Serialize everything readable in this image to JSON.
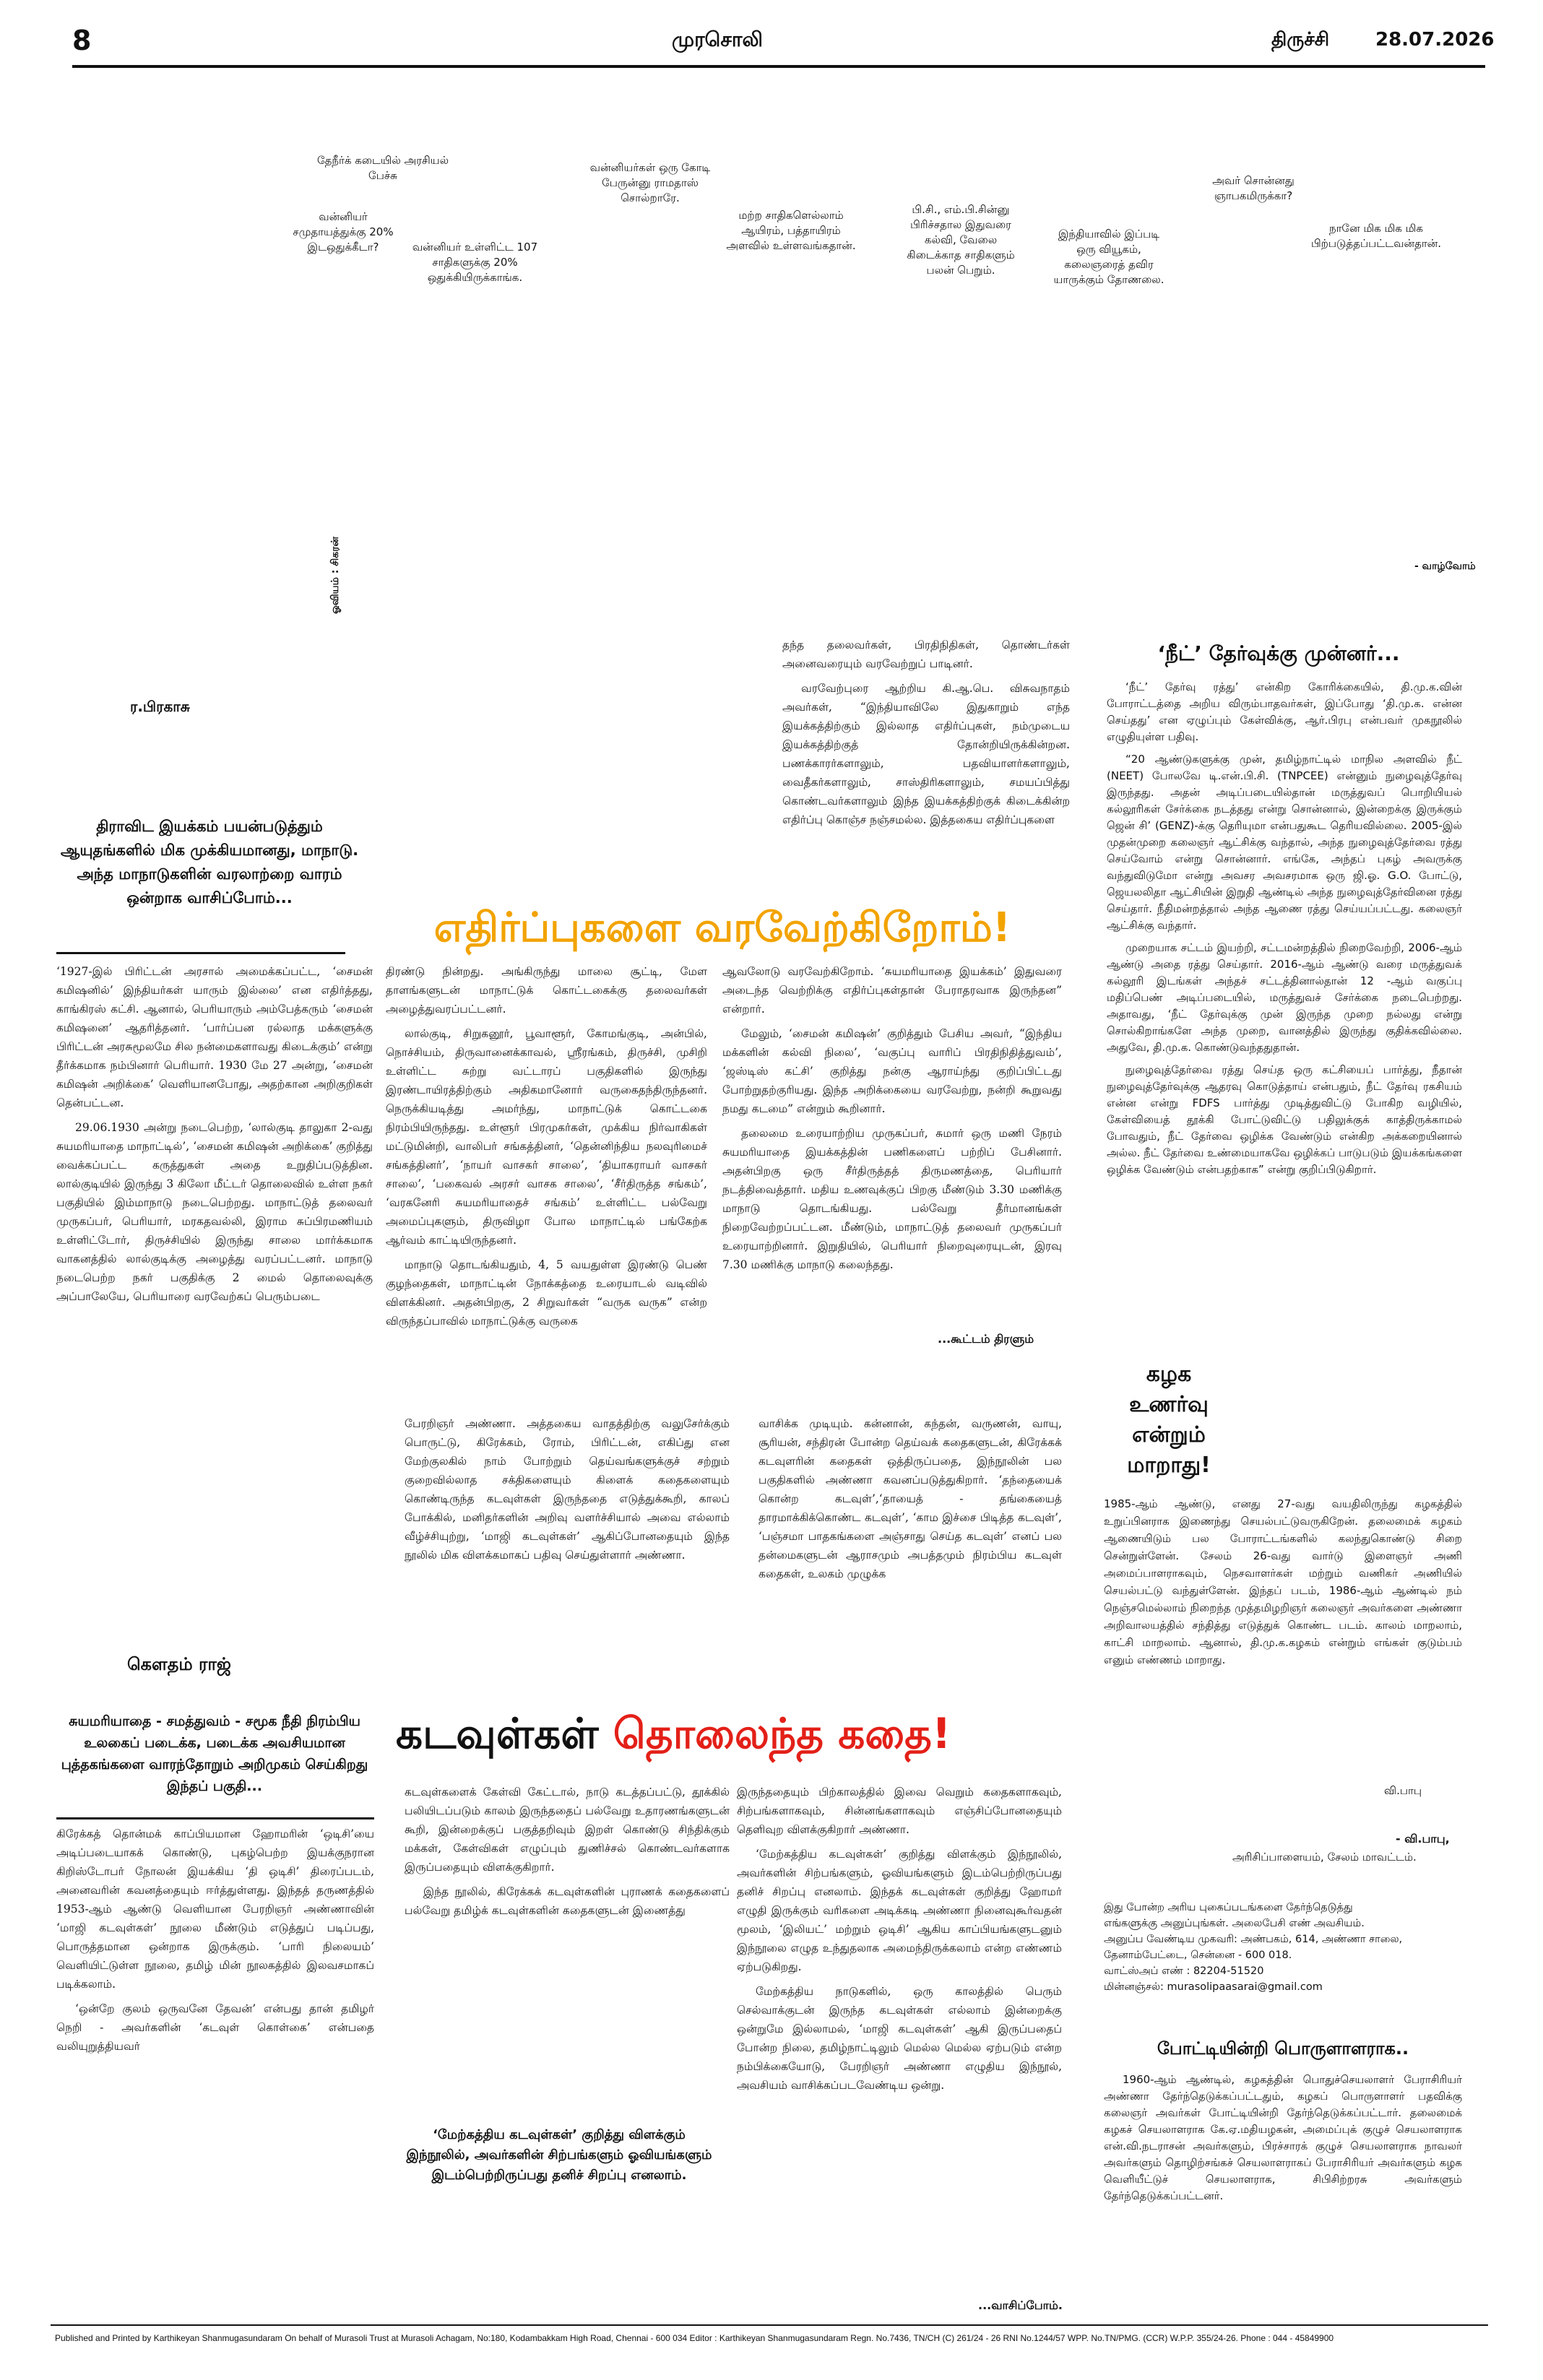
{
  "masthead": {
    "page_number": "8",
    "paper_name": "முரசொலி",
    "city": "திருச்சி",
    "date": "28.07.2026"
  },
  "cartoon": {
    "bubbles": [
      "தேநீர்க் கடையில் அரசியல் பேச்சு",
      "வன்னியர் சமுதாயத்துக்கு 20% இடஒதுக்கீடா?",
      "வன்னியர் உள்ளிட்ட 107 சாதிகளுக்கு 20% ஒதுக்கியிருக்காங்க.",
      "வன்னியர்கள் ஒரு கோடி பேருன்னு ராமதாஸ் சொல்றாரே.",
      "மற்ற சாதிகளெல்லாம் ஆயிரம், பத்தாயிரம் அளவில் உள்ளவங்கதான்.",
      "பி.சி., எம்.பி.சின்னு பிரிச்சதால இதுவரை கல்வி, வேலை கிடைக்காத சாதிகளும் பலன் பெறும்.",
      "இந்தியாவில் இப்படி ஒரு வியூகம், கலைஞரைத் தவிர யாருக்கும் தோணலை.",
      "அவர் சொன்னது ஞாபகமிருக்கா?",
      "நானே மிக மிக மிக பிற்படுத்தப்பட்டவன்தான்."
    ],
    "credit": "- வாழ்வோம்"
  },
  "left_article": {
    "byline": "ர.பிரகாசு",
    "illustration_credit": "ஓவியம் : சிகரன்",
    "intro": "திராவிட இயக்கம் பயன்படுத்தும் ஆயுதங்களில் மிக முக்கியமானது, மாநாடு. அந்த மாநாடுகளின் வரலாற்றை வாரம் ஒன்றாக வாசிப்போம்...",
    "title": "எதிர்ப்புகளை வரவேற்கிறோம்!",
    "col1": [
      "‘1927-இல் பிரிட்டன் அரசால் அமைக்கப்பட்ட, ‘சைமன் கமிஷனில்’ இந்தியர்கள் யாரும் இல்லை’ என எதிர்த்தது, காங்கிரஸ் கட்சி. ஆனால், பெரியாரும் அம்பேத்கரும் ‘சைமன் கமிஷனை’ ஆதரித்தனர். ‘பார்ப்பன ரல்லாத மக்களுக்கு பிரிட்டன் அரசுமூலமே சில நன்மைகளாவது கிடைக்கும்’ என்று தீர்க்கமாக நம்பினார் பெரியார். 1930 மே 27 அன்று, ‘சைமன் கமிஷன் அறிக்கை’ வெளியானபோது, அதற்கான அறிகுறிகள் தென்பட்டன.",
      "29.06.1930 அன்று நடைபெற்ற, ‘லால்குடி தாலுகா 2-வது சுயமரியாதை மாநாட்டில்’, ‘சைமன் கமிஷன் அறிக்கை’ குறித்து வைக்கப்பட்ட கருத்துகள் அதை உறுதிப்படுத்தின. லால்குடியில் இருந்து 3 கிலோ மீட்டர் தொலைவில் உள்ள நகர் பகுதியில் இம்மாநாடு நடைபெற்றது. மாநாட்டுத் தலைவர் முருகப்பர், பெரியார், மரகதவல்லி, இராம சுப்பிரமணியம் உள்ளிட்டோர், திருச்சியில் இருந்து சாலை மார்க்கமாக வாகனத்தில் லால்குடிக்கு அழைத்து வரப்பட்டனர். மாநாடு நடைபெற்ற நகர் பகுதிக்கு 2 மைல் தொலைவுக்கு அப்பாலேயே, பெரியாரை வரவேற்கப் பெரும்படை"
    ],
    "col2": [
      "திரண்டு நின்றது. அங்கிருந்து மாலை சூட்டி, மேள தாளங்களுடன் மாநாட்டுக் கொட்டகைக்கு தலைவர்கள் அழைத்துவரப்பட்டனர்.",
      "லால்குடி, சிறுகனூர், பூவாளூர், கோமங்குடி, அன்பில், நொச்சியம், திருவானைக்காவல், ஸ்ரீரங்கம், திருச்சி, முசிறி உள்ளிட்ட சுற்று வட்டாரப் பகுதிகளில் இருந்து இரண்டாயிரத்திற்கும் அதிகமானோர் வருகைதந்திருந்தனர். நெருக்கியடித்து அமர்ந்து, மாநாட்டுக் கொட்டகை நிரம்பியிருந்தது. உள்ளூர் பிரமுகர்கள், முக்கிய நிர்வாகிகள் மட்டுமின்றி, வாலிபர் சங்கத்தினர், ‘தென்னிந்திய நலவுரிமைச் சங்கத்தினர்’, ‘நாயர் வாசகர் சாலை’, ‘தியாகராயர் வாசகர் சாலை’, ‘பகைவல் அரசர் வாசக சாலை’, ‘சீர்திருத்த சங்கம்’, ‘வரகனேரி சுயமரியாதைச் சங்கம்’ உள்ளிட்ட பல்வேறு அமைப்புகளும், திருவிழா போல மாநாட்டில் பங்கேற்க ஆர்வம் காட்டியிருந்தனர்.",
      "மாநாடு தொடங்கியதும், 4, 5 வயதுள்ள இரண்டு பெண் குழந்தைகள், மாநாட்டின் நோக்கத்தை உரையாடல் வடிவில் விளக்கினர். அதன்பிறகு, 2 சிறுவர்கள் “வருக வருக” என்ற விருந்தப்பாவில் மாநாட்டுக்கு வருகை"
    ],
    "col3": [
      "தந்த தலைவர்கள், பிரதிநிதிகள், தொண்டர்கள் அனைவரையும் வரவேற்றுப் பாடினர்.",
      "வரவேற்புரை ஆற்றிய கி.ஆ.பெ. விசுவநாதம் அவர்கள், “இந்தியாவிலே இதுகாறும் எந்த இயக்கத்திற்கும் இல்லாத எதிர்ப்புகள், நம்முடைய இயக்கத்திற்குத் தோன்றியிருக்கின்றன. பணக்காரர்களாலும், பதவியாளர்களாலும், வைதீகர்களாலும், சாஸ்திரிகளாலும், சமயப்பித்து கொண்டவர்களாலும் இந்த இயக்கத்திற்குக் கிடைக்கின்ற எதிர்ப்பு கொஞ்ச நஞ்சமல்ல. இத்தகைய எதிர்ப்புகளை"
    ],
    "col4": [
      "ஆவலோடு வரவேற்கிறோம். ‘சுயமரியாதை இயக்கம்’ இதுவரை அடைந்த வெற்றிக்கு எதிர்ப்புகள்தான் பேராதரவாக இருந்தன” என்றார்.",
      "மேலும், ‘சைமன் கமிஷன்’ குறித்தும் பேசிய அவர், “இந்திய மக்களின் கல்வி நிலை’, ‘வகுப்பு வாரிப் பிரதிநிதித்துவம்’, ‘ஜஸ்டிஸ் கட்சி’ குறித்து நன்கு ஆராய்ந்து குறிப்பிட்டது போற்றுதற்குரியது. இந்த அறிக்கையை வரவேற்று, நன்றி கூறுவது நமது கடமை” என்றும் கூறினார்.",
      "தலைமை உரையாற்றிய முருகப்பர், சுமார் ஒரு மணி நேரம் சுயமரியாதை இயக்கத்தின் பணிகளைப் பற்றிப் பேசினார். அதன்பிறகு ஒரு சீர்திருத்தத் திருமணத்தை, பெரியார் நடத்திவைத்தார். மதிய உணவுக்குப் பிறகு மீண்டும் 3.30 மணிக்கு மாநாடு தொடங்கியது. பல்வேறு தீர்மானங்கள் நிறைவேற்றப்பட்டன. மீண்டும், மாநாட்டுத் தலைவர் முருகப்பர் உரையாற்றினார். இறுதியில், பெரியார் நிறைவுரையுடன், இரவு 7.30 மணிக்கு மாநாடு கலைந்தது."
    ],
    "continued": "...கூட்டம் திரளும்"
  },
  "right_top": {
    "title": "‘நீட்’ தேர்வுக்கு முன்னர்...",
    "paragraphs": [
      "‘நீட்’ தேர்வு ரத்து’ என்கிற கோரிக்கையில், தி.மு.க.வின் போராட்டத்தை அறிய விரும்பாதவர்கள், இப்போது ‘தி.மு.க. என்ன செய்தது’ என ஏழுப்பும் கேள்விக்கு, ஆர்.பிரபு என்பவர் முகநூலில் எழுதியுள்ள பதிவு.",
      "“20 ஆண்டுகளுக்கு முன், தமிழ்நாட்டில் மாநில அளவில் நீட் (NEET) போலவே டி.என்.பி.சி. (TNPCEE) என்னும் நுழைவுத்தேர்வு இருந்தது. அதன் அடிப்படையில்தான் மருத்துவப் பொறியியல் கல்லூரிகள் சேர்க்கை நடத்தது என்று சொன்னால், இன்றைக்கு இருக்கும் ஜென் சி’ (GENZ)-க்கு தெரியுமா என்பதுகூட தெரியவில்லை. 2005-இல் முதன்முறை கலைஞர் ஆட்சிக்கு வந்தால், அந்த நுழைவுத்தேர்வை ரத்து செய்வோம் என்று சொன்னார். எங்கே, அந்தப் புகழ் அவருக்கு வந்துவிடுமோ என்று அவசர அவசரமாக ஒரு ஜி.ஓ. G.O. போட்டு, ஜெயலலிதா ஆட்சியின் இறுதி ஆண்டில் அந்த நுழைவுத்தேர்வினை ரத்து செய்தார். நீதிமன்றத்தால் அந்த ஆணை ரத்து செய்யப்பட்டது. கலைஞர் ஆட்சிக்கு வந்தார்.",
      "முறையாக சட்டம் இயற்றி, சட்டமன்றத்தில் நிறைவேற்றி, 2006-ஆம் ஆண்டு அதை ரத்து செய்தார். 2016-ஆம் ஆண்டு வரை மருத்துவக் கல்லூரி இடங்கள் அந்தச் சட்டத்தினால்தான் 12 -ஆம் வகுப்பு மதிப்பெண் அடிப்படையில், மருத்துவச் சேர்க்கை நடைபெற்றது. அதாவது, ‘நீட் தேர்வுக்கு முன் இருந்த முறை நல்லது என்று சொல்கிறாங்களே அந்த முறை, வானத்தில் இருந்து குதிக்கவில்லை. அதுவே, தி.மு.க. கொண்டுவந்ததுதான்.",
      "நுழைவுத்தேர்வை ரத்து செய்த ஒரு கட்சியைப் பார்த்து, நீதான் நுழைவுத்தேர்வுக்கு ஆதரவு கொடுத்தாய் என்பதும், நீட் தேர்வு ரகசியம் என்ன என்று FDFS பார்த்து முடித்துவிட்டு போகிற வழியில், கேள்வியைத் தூக்கி போட்டுவிட்டு பதிலுக்குக் காத்திருக்காமல் போவதும், நீட் தேர்வை ஒழிக்க வேண்டும் என்கிற அக்கறையினால் அல்ல. நீட் தேர்வை உண்மையாகவே ஒழிக்கப் பாடுபடும் இயக்கங்களை ஒழிக்க வேண்டும் என்பதற்காக” என்று குறிப்பிடுகிறார்."
    ]
  },
  "right_mid": {
    "title_lines": [
      "கழக",
      "உணர்வு",
      "என்றும்",
      "மாறாது!"
    ],
    "body": "1985-ஆம் ஆண்டு, எனது 27-வது வயதிலிருந்து கழகத்தில் உறுப்பினராக இணைந்து செயல்பட்டுவருகிறேன். தலைமைக் கழகம் ஆணையிடும் பல போராட்டங்களில் கலந்துகொண்டு சிறை சென்றுள்ளேன். சேலம் 26-வது வார்டு இளைஞர் அணி அமைப்பாளராகவும், நெசவாளர்கள் மற்றும் வணிகர் அணியில் செயல்பட்டு வந்துள்ளேன். இந்தப் படம், 1986-ஆம் ஆண்டில் நம் நெஞ்சமெல்லாம் நிறைந்த முத்தமிழறிஞர் கலைஞர் அவர்களை அண்ணா அறிவாலயத்தில் சந்தித்து எடுத்துக் கொண்ட படம். காலம் மாறலாம், காட்சி மாறலாம். ஆனால், தி.மு.க.கழகம் என்றும் எங்கள் குடும்பம் எனும் எண்ணம் மாறாது.",
    "photo_caption": "வி.பாபு",
    "signature": "- வி.பாபு,",
    "address": "அரிசிப்பாளையம், சேலம் மாவட்டம்."
  },
  "notice": {
    "lines": [
      "இது போன்ற அரிய புகைப்படங்களை தேர்ந்தெடுத்து",
      "எங்களுக்கு அனுப்புங்கள். அலைபேசி எண் அவசியம்.",
      "அனுப்ப வேண்டிய முகவரி: அண்பகம், 614, அண்ணா சாலை,",
      "தேனாம்பேட்டை, சென்னை - 600 018.",
      "வாட்ஸ்அப் எண் : 82204-51520",
      "மின்னஞ்சல்: murasolipaasarai@gmail.com"
    ]
  },
  "right_bottom": {
    "title": "போட்டியின்றி பொருளாளராக..",
    "body": "1960-ஆம் ஆண்டில், கழகத்தின் பொதுச்செயலாளர் பேராசிரியர் அண்ணா தேர்ந்தெடுக்கப்பட்டதும், கழகப் பொருளாளர் பதவிக்கு கலைஞர் அவர்கள் போட்டியின்றி தேர்ந்தெடுக்கப்பட்டார். தலைமைக் கழகச் செயலாளராக கே.ஏ.மதியழகன், அமைப்புக் குழுச் செயலாளராக என்.வி.நடராசன் அவர்களும், பிரச்சாரக் குழுச் செயலாளராக நாவலர் அவர்களும் தொழிற்சங்கச் செயலாளராகப் பேராசிரியர் அவர்களும் கழக வெளியீட்டுச் செயலாளராக, சிபிசிற்றரசு அவர்களும் தேர்ந்தெடுக்கப்பட்டனர்."
  },
  "bottom_article": {
    "byline": "கௌதம் ராஜ்",
    "intro": "சுயமரியாதை - சமத்துவம் - சமூக நீதி நிரம்பிய உலகைப் படைக்க, படைக்க அவசியமான புத்தகங்களை வாரந்தோறும் அறிமுகம் செய்கிறது இந்தப் பகுதி...",
    "title_part1": "கடவுள்கள்",
    "title_part2": "தொலைந்த கதை!",
    "col1": [
      "கிரேக்கத் தொன்மக் காப்பியமான ஹோமரின் ‘ஒடிசி’யை அடிப்படையாகக் கொண்டு, புகழ்பெற்ற இயக்குநரான கிறிஸ்டோபர் நோலன் இயக்கிய ‘தி ஒடிசி’ திரைப்படம், அனைவரின் கவனத்தையும் ஈர்த்துள்ளது. இந்தத் தருணத்தில் 1953-ஆம் ஆண்டு வெளியான பேரறிஞர் அண்ணாவின் ‘மாஜி கடவுள்கள்’ நூலை மீண்டும் எடுத்துப் படிப்பது, பொருத்தமான ஒன்றாக இருக்கும். ‘பாரி நிலையம்’ வெளியிட்டுள்ள நூலை, தமிழ் மின் நூலகத்தில் இலவசமாகப் படிக்கலாம்.",
      "‘ஒன்றே குலம் ஒருவனே தேவன்’ என்பது தான் தமிழர் நெறி - அவர்களின் ‘கடவுள் கொள்கை’ என்பதை வலியுறுத்தியவர்"
    ],
    "col2_top": "பேரறிஞர் அண்ணா. அத்தகைய வாதத்திற்கு வலுசேர்க்கும் பொருட்டு, கிரேக்கம், ரோம், பிரிட்டன், எகிப்து என மேற்குலகில் நாம் போற்றும் தெய்வங்களுக்குச் சற்றும் குறைவில்லாத சக்திகளையும் கிளைக் கதைகளையும் கொண்டிருந்த கடவுள்கள் இருந்ததை எடுத்துக்கூறி, காலப் போக்கில், மனிதர்களின் அறிவு வளர்ச்சியால் அவை எல்லாம் வீழ்ச்சியுற்று, ‘மாஜி கடவுள்கள்’ ஆகிப்போனதையும் இந்த நூலில் மிக விளக்கமாகப் பதிவு செய்துள்ளார் அண்ணா.",
    "col3_top": "வாசிக்க முடியும். கன்னான், கந்தன், வருணன், வாயு, சூரியன், சந்திரன் போன்ற தெய்வக் கதைகளுடன், கிரேக்கக் கடவுளரின் கதைகள் ஒத்திருப்பதை, இந்நூலின் பல பகுதிகளில் அண்ணா கவனப்படுத்துகிறார். ‘தந்தையைக் கொன்ற கடவுள்’,‘தாயைத் - தங்கையைத் தாரமாக்கிக்கொண்ட கடவுள்’, ‘காம இச்சை பிடித்த கடவுள்’, ‘பஞ்சமா பாதகங்களை அஞ்சாது செய்த கடவுள்’ எனப் பல தன்மைகளுடன் ஆராசமும் அபத்தமும் நிரம்பிய கடவுள் கதைகள், உலகம் முழுக்க",
    "col2_bottom": [
      "கடவுள்களைக் கேள்வி கேட்டால், நாடு கடத்தப்பட்டு, தூக்கில் பலியிடப்படும் காலம் இருந்ததைப் பல்வேறு உதாரணங்களுடன் கூறி, இன்றைக்குப் பகுத்தறிவும் இறள் கொண்டு சிந்திக்கும் மக்கள், கேள்விகள் எழுப்பும் துணிச்சல் கொண்டவர்களாக இருப்பதையும் விளக்குகிறார்.",
      "இந்த நூலில், கிரேக்கக் கடவுள்களின் புராணக் கதைகளைப் பல்வேறு தமிழ்க் கடவுள்களின் கதைகளுடன் இணைத்து"
    ],
    "col3_bottom": [
      "இருந்ததையும் பிற்காலத்தில் இவை வெறும் கதைகளாகவும், சிற்பங்களாகவும், சின்னங்களாகவும் எஞ்சிப்போனதையும் தெளிவுற விளக்குகிறார் அண்ணா.",
      "‘மேற்கத்திய கடவுள்கள்’ குறித்து விளக்கும் இந்நூலில், அவர்களின் சிற்பங்களும், ஓவியங்களும் இடம்பெற்றிருப்பது தனிச் சிறப்பு எனலாம். இந்தக் கடவுள்கள் குறித்து ஹோமர் எழுதி இருக்கும் வரிகளை அடிக்கடி அண்ணா நினைவுகூர்வதன் மூலம், ‘இலியட்’ மற்றும் ஒடிசி’ ஆகிய காப்பியங்களுடனும் இந்நூலை எழுத உந்துதலாக அமைந்திருக்கலாம் என்ற எண்ணம் ஏற்படுகிறது.",
      "மேற்கத்திய நாடுகளில், ஒரு காலத்தில் பெரும் செல்வாக்குடன் இருந்த கடவுள்கள் எல்லாம் இன்றைக்கு ஒன்றுமே இல்லாமல், ‘மாஜி கடவுள்கள்’ ஆகி இருப்பதைப் போன்ற நிலை, தமிழ்நாட்டிலும் மெல்ல மெல்ல ஏற்படும் என்ற நம்பிக்கையோடு, பேரறிஞர் அண்ணா எழுதிய இந்நூல், அவசியம் வாசிக்கப்படவேண்டிய ஒன்று."
    ],
    "pullquote": "‘மேற்கத்திய கடவுள்கள்’ குறித்து விளக்கும் இந்நூலில், அவர்களின் சிற்பங்களும் ஓவியங்களும் இடம்பெற்றிருப்பது தனிச் சிறப்பு எனலாம்.",
    "continued": "...வாசிப்போம்."
  },
  "footer": "Published and Printed by Karthikeyan Shanmugasundaram On behalf of Murasoli Trust at Murasoli Achagam, No:180, Kodambakkam High Road, Chennai - 600 034  Editor : Karthikeyan Shanmugasundaram Regn. No.7436, TN/CH (C) 261/24 - 26 RNI No.1244/57 WPP. No.TN/PMG. (CCR) W.P.P. 355/24-26. Phone : 044 - 45849900"
}
